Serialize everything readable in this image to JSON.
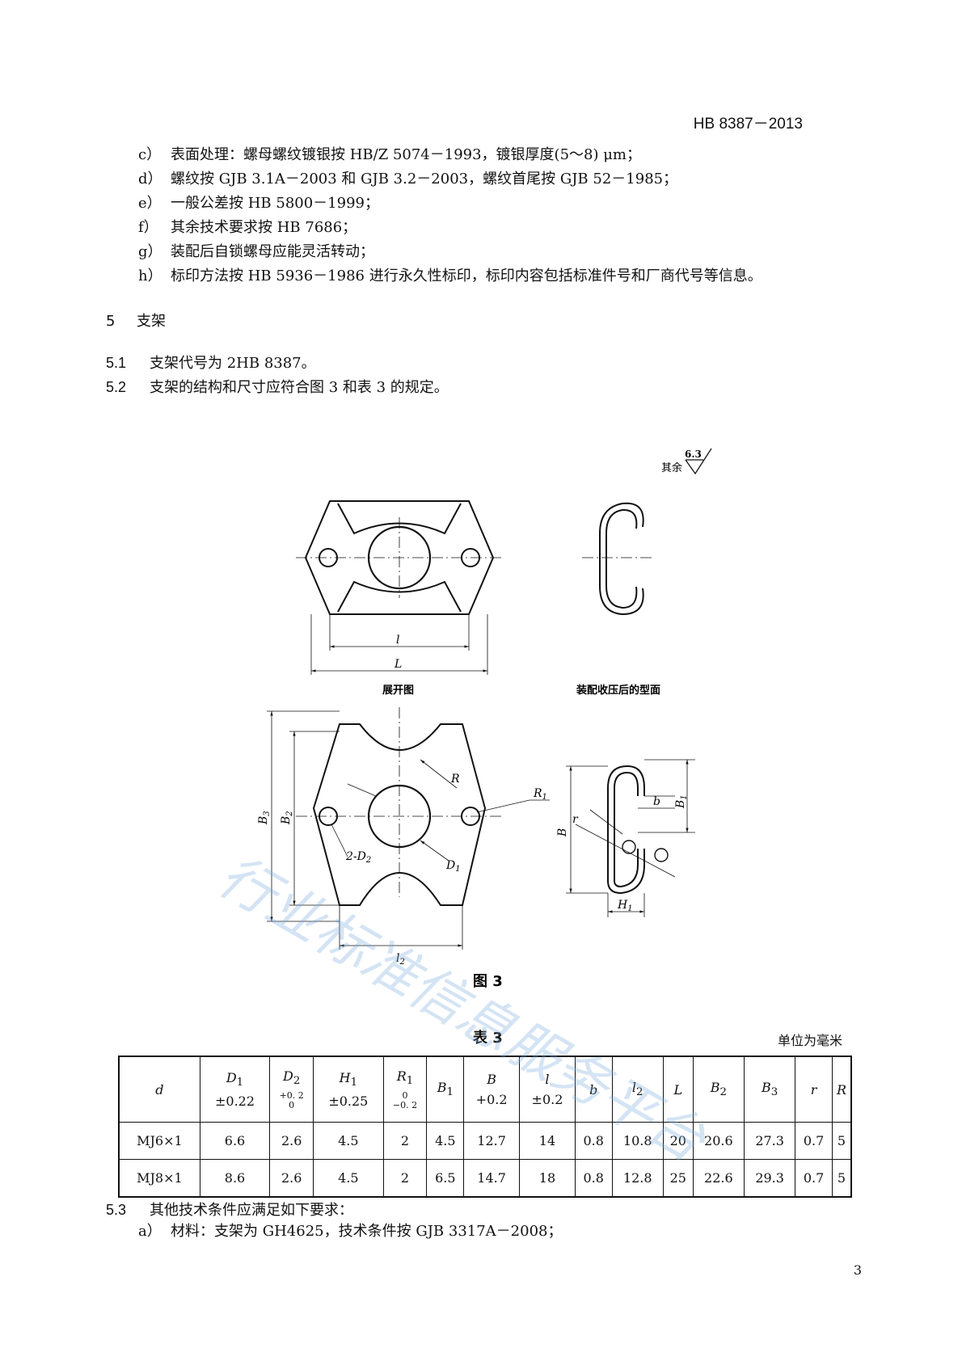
{
  "header": {
    "standard_no": "HB 8387－2013"
  },
  "items_top": [
    {
      "label": "c）",
      "text": "表面处理：螺母螺纹镀银按 HB/Z 5074－1993，镀银厚度(5～8) μm；"
    },
    {
      "label": "d）",
      "text": "螺纹按 GJB 3.1A－2003 和 GJB 3.2－2003，螺纹首尾按 GJB 52－1985；"
    },
    {
      "label": "e）",
      "text": "一般公差按 HB 5800－1999；"
    },
    {
      "label": "f）",
      "text": "其余技术要求按 HB 7686；"
    },
    {
      "label": "g）",
      "text": "装配后自锁螺母应能灵活转动；"
    },
    {
      "label": "h）",
      "text": "标印方法按 HB 5936－1986 进行永久性标印，标印内容包括标准件号和厂商代号等信息。"
    }
  ],
  "section": {
    "number": "5",
    "title": "支架"
  },
  "paras": [
    {
      "number": "5.1",
      "text": "支架代号为 2HB 8387。"
    },
    {
      "number": "5.2",
      "text": "支架的结构和尺寸应符合图 3 和表 3 的规定。"
    }
  ],
  "figure": {
    "roughness_prefix": "其余",
    "roughness_value": "6.3",
    "label_unfolded": "展开图",
    "label_assembled": "装配收压后的型面",
    "caption": "图 3",
    "dims": {
      "l": "l",
      "L": "L",
      "R": "R",
      "R1": "R",
      "R1_sub": "1",
      "B3": "B",
      "B3_sub": "3",
      "B2": "B",
      "B2_sub": "2",
      "D2": "2-D",
      "D2_sub": "2",
      "D1": "D",
      "D1_sub": "1",
      "l2": "l",
      "l2_sub": "2",
      "b": "b",
      "B1": "B",
      "B1_sub": "1",
      "B": "B",
      "r": "r",
      "H1": "H",
      "H1_sub": "1"
    }
  },
  "table": {
    "caption": "表 3",
    "unit": "单位为毫米",
    "headers": [
      {
        "sym": "d",
        "sub": "",
        "tol": ""
      },
      {
        "sym": "D",
        "sub": "1",
        "tol": "±0.22"
      },
      {
        "sym": "D",
        "sub": "2",
        "tol": "+0. 2",
        "tol2": "0"
      },
      {
        "sym": "H",
        "sub": "1",
        "tol": "±0.25"
      },
      {
        "sym": "R",
        "sub": "1",
        "tol": "0",
        "tol2": "−0. 2"
      },
      {
        "sym": "B",
        "sub": "1",
        "tol": ""
      },
      {
        "sym": "B",
        "sub": "",
        "tol": "+0.2"
      },
      {
        "sym": "l",
        "sub": "",
        "tol": "±0.2"
      },
      {
        "sym": "b",
        "sub": "",
        "tol": ""
      },
      {
        "sym": "l",
        "sub": "2",
        "tol": ""
      },
      {
        "sym": "L",
        "sub": "",
        "tol": ""
      },
      {
        "sym": "B",
        "sub": "2",
        "tol": ""
      },
      {
        "sym": "B",
        "sub": "3",
        "tol": ""
      },
      {
        "sym": "r",
        "sub": "",
        "tol": ""
      },
      {
        "sym": "R",
        "sub": "",
        "tol": ""
      }
    ],
    "rows": [
      [
        "MJ6×1",
        "6.6",
        "2.6",
        "4.5",
        "2",
        "4.5",
        "12.7",
        "14",
        "0.8",
        "10.8",
        "20",
        "20.6",
        "27.3",
        "0.7",
        "5"
      ],
      [
        "MJ8×1",
        "8.6",
        "2.6",
        "4.5",
        "2",
        "6.5",
        "14.7",
        "18",
        "0.8",
        "12.8",
        "25",
        "22.6",
        "29.3",
        "0.7",
        "5"
      ]
    ]
  },
  "para_53": {
    "number": "5.3",
    "text": "其他技术条件应满足如下要求："
  },
  "item_a": {
    "label": "a）",
    "text": "材料：支架为 GH4625，技术条件按 GJB 3317A－2008；"
  },
  "watermark": "行业标准信息服务平台",
  "page_number": "3"
}
